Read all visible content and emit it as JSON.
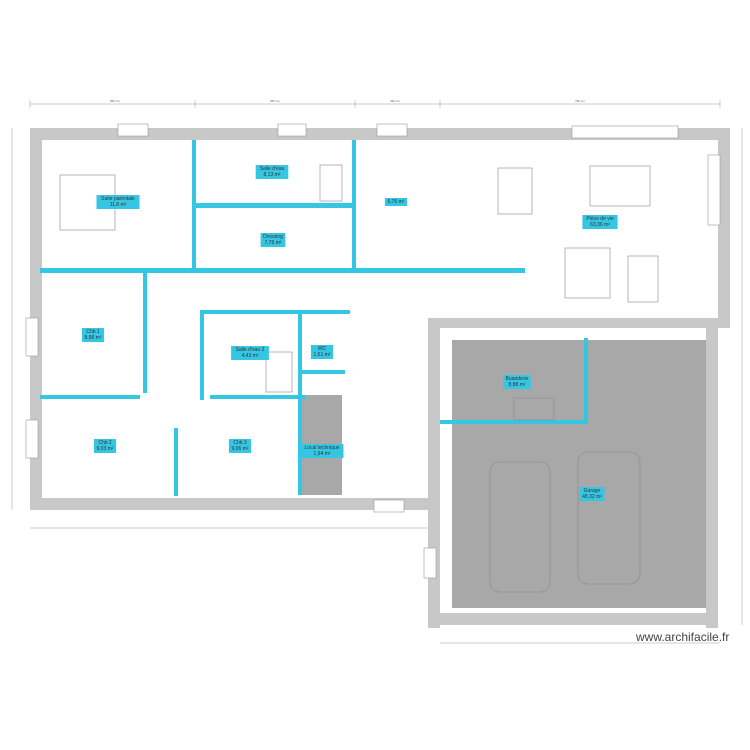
{
  "watermark": "www.archifacile.fr",
  "colors": {
    "wall": "#c8c8c8",
    "partition": "#35c6e3",
    "garage_floor": "#a8a8a8",
    "dim_line": "#777777"
  },
  "rooms": [
    {
      "name": "Suite parentale",
      "area": "11,8 m²"
    },
    {
      "name": "Salle d'eau",
      "area": "8,13 m²"
    },
    {
      "name": "",
      "area": "6,76 m²"
    },
    {
      "name": "Dressing",
      "area": "7,76 m²"
    },
    {
      "name": "Pièce de vie",
      "area": "63,36 m²"
    },
    {
      "name": "Chb 1",
      "area": "8,96 m²"
    },
    {
      "name": "Salle d'eau 2",
      "area": "4,43 m²"
    },
    {
      "name": "WC",
      "area": "1,61 m²"
    },
    {
      "name": "Buanderie",
      "area": "8,88 m²"
    },
    {
      "name": "Chb 2",
      "area": "9,03 m²"
    },
    {
      "name": "Chb 3",
      "area": "9,06 m²"
    },
    {
      "name": "Local technique",
      "area": "1,94 m²"
    },
    {
      "name": "Garage",
      "area": "48,32 m²"
    }
  ]
}
